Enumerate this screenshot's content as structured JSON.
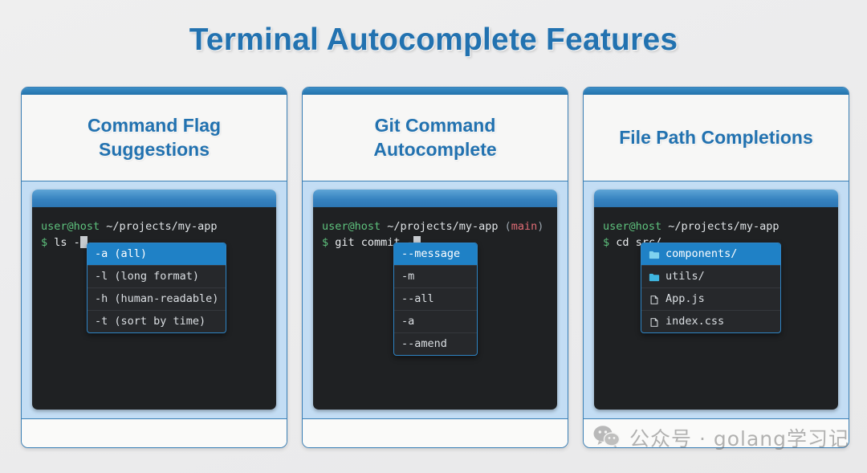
{
  "page": {
    "title": "Terminal Autocomplete Features",
    "accent_color": "#2272b0",
    "card_body_color": "#c3ddf4",
    "terminal_bg": "#1f2123",
    "highlight_color": "#1f81c6"
  },
  "cards": [
    {
      "title": "Command Flag Suggestions",
      "terminal": {
        "prompt_user": "user@host",
        "prompt_path": "~/projects/my-app",
        "branch": "",
        "dollar": "$",
        "command": "ls -"
      },
      "suggestions": [
        {
          "label": "-a (all)",
          "icon": "",
          "selected": true
        },
        {
          "label": "-l (long format)",
          "icon": "",
          "selected": false
        },
        {
          "label": "-h (human-readable)",
          "icon": "",
          "selected": false
        },
        {
          "label": "-t (sort by time)",
          "icon": "",
          "selected": false
        }
      ]
    },
    {
      "title": "Git Command Autocomplete",
      "terminal": {
        "prompt_user": "user@host",
        "prompt_path": "~/projects/my-app",
        "branch": "main",
        "dollar": "$",
        "command": "git commit -"
      },
      "suggestions": [
        {
          "label": "--message",
          "icon": "",
          "selected": true
        },
        {
          "label": "-m",
          "icon": "",
          "selected": false
        },
        {
          "label": "--all",
          "icon": "",
          "selected": false
        },
        {
          "label": "-a",
          "icon": "",
          "selected": false
        },
        {
          "label": "--amend",
          "icon": "",
          "selected": false
        }
      ]
    },
    {
      "title": "File Path Completions",
      "terminal": {
        "prompt_user": "user@host",
        "prompt_path": "~/projects/my-app",
        "branch": "",
        "dollar": "$",
        "command": "cd src/"
      },
      "suggestions": [
        {
          "label": "components/",
          "icon": "folder-icon",
          "selected": true
        },
        {
          "label": "utils/",
          "icon": "folder-icon",
          "selected": false
        },
        {
          "label": "App.js",
          "icon": "file-icon",
          "selected": false
        },
        {
          "label": "index.css",
          "icon": "file-icon",
          "selected": false
        }
      ]
    }
  ],
  "watermark": {
    "icon": "wechat-icon",
    "text": "公众号 · golang学习记"
  }
}
